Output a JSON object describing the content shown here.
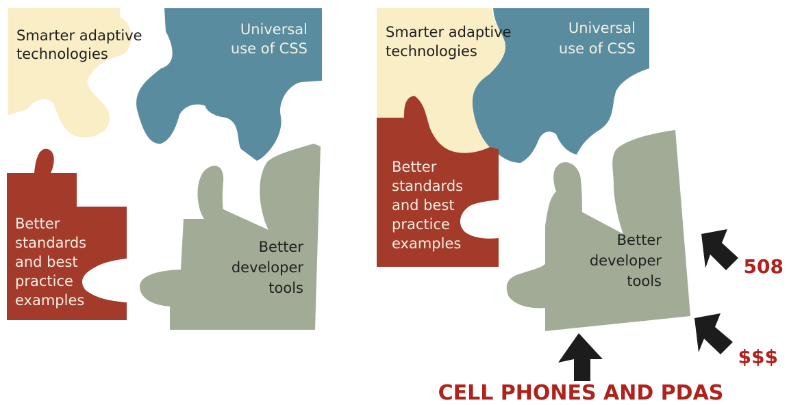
{
  "colors": {
    "cream": "#f9eec6",
    "blue": "#5a8ca0",
    "red": "#a33a2a",
    "sage": "#a1ab95",
    "arrow": "#1c1c1c",
    "emphasis": "#b0221c"
  },
  "puzzle_pieces": {
    "adaptive": [
      "Smarter adaptive",
      "technologies"
    ],
    "css": [
      "Universal",
      "use of CSS"
    ],
    "standards": [
      "Better",
      "standards",
      "and best",
      "practice",
      "examples"
    ],
    "tools": [
      "Better",
      "developer",
      "tools"
    ]
  },
  "forces": {
    "law": "508",
    "money": "$$$",
    "devices": "CELL PHONES AND PDAS"
  }
}
